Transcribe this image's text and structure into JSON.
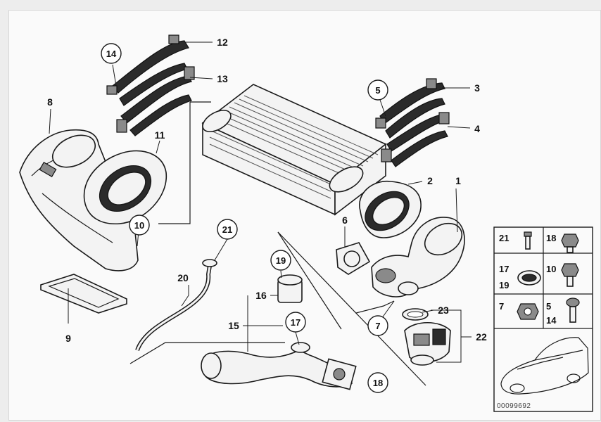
{
  "diagram": {
    "labels": {
      "l1": "1",
      "l2": "2",
      "l3": "3",
      "l4": "4",
      "l5": "5",
      "l6": "6",
      "l7": "7",
      "l8": "8",
      "l9": "9",
      "l10": "10",
      "l11": "11",
      "l12": "12",
      "l13": "13",
      "l14": "14",
      "l15": "15",
      "l16": "16",
      "l17": "17",
      "l18": "18",
      "l19": "19",
      "l20": "20",
      "l21": "21",
      "l22": "22",
      "l23": "23"
    },
    "legend": {
      "c21": "21",
      "c18": "18",
      "c17": "17",
      "c19": "19",
      "c10": "10",
      "c7": "7",
      "c5": "5",
      "c14": "14"
    },
    "part_number": "00099692"
  }
}
